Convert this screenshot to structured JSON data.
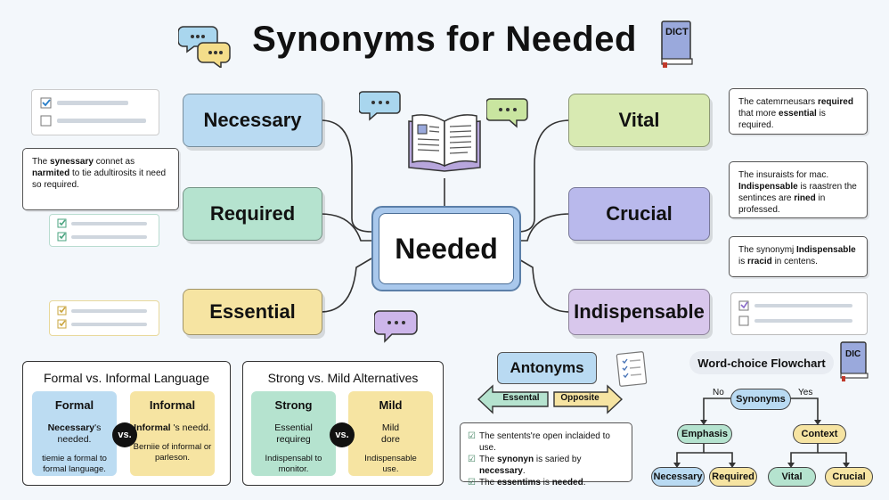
{
  "title": "Synonyms for Needed",
  "icons": {
    "dict_label": "DICT",
    "dict_label_small": "DIC"
  },
  "center": "Needed",
  "synonyms": {
    "necessary": "Necessary",
    "required": "Required",
    "essential": "Essential",
    "vital": "Vital",
    "crucial": "Crucial",
    "indispensable": "Indispensable"
  },
  "colors": {
    "blue": "#b9daf2",
    "green": "#b5e3cf",
    "yellow": "#f6e4a2",
    "lime": "#d8eab2",
    "purple": "#b9b9ec",
    "lavender": "#d8c7ec"
  },
  "notes": {
    "left1": [
      "The ",
      "synessary",
      " connet as ",
      "narmited",
      " to tie adultirosits it need so required."
    ],
    "right1": [
      "The catemrneusars ",
      "required",
      " that more ",
      "essential",
      " is required."
    ],
    "right2": [
      "The insuraists for mac. ",
      "Indispensable",
      " is raastren the sentinces are ",
      "rined",
      " in professed."
    ],
    "right3": [
      "The synonymj ",
      "Indispensable",
      " is ",
      "rracid",
      " in centens."
    ]
  },
  "formal_panel": {
    "title": "Formal vs. Informal Language",
    "vs": "vs.",
    "formal": {
      "heading": "Formal",
      "line1a": "Necessary",
      "line1b": "'s needed.",
      "line2": "tiemie a formal to formal language."
    },
    "informal": {
      "heading": "Informal",
      "line1a": "Informal",
      "line1b": " 's needd.",
      "line2": "Berniie of informal or parleson."
    }
  },
  "strong_panel": {
    "title": "Strong vs. Mild Alternatives",
    "vs": "vs.",
    "strong": {
      "heading": "Strong",
      "line1": "Essential requireg",
      "line2": "Indispensabl to monitor."
    },
    "mild": {
      "heading": "Mild",
      "line1": "Mild dore",
      "line2": "Indispensable use."
    }
  },
  "antonyms": {
    "title": "Antonyms",
    "left_arrow": "Essental",
    "right_arrow": "Opposite",
    "lines": [
      {
        "parts": [
          "The sentents're open inclaided to use."
        ]
      },
      {
        "parts": [
          "The ",
          "synonyn",
          " is saried by ",
          "necessary",
          "."
        ]
      },
      {
        "parts": [
          "The ",
          "essentims",
          " is ",
          "needed",
          "."
        ]
      }
    ]
  },
  "flowchart": {
    "title": "Word-choice Flowchart",
    "root": "Synonyms",
    "no": "No",
    "yes": "Yes",
    "left": "Emphasis",
    "right": "Context",
    "ll": "Necessary",
    "lr": "Required",
    "rl": "Vital",
    "rr": "Crucial"
  }
}
